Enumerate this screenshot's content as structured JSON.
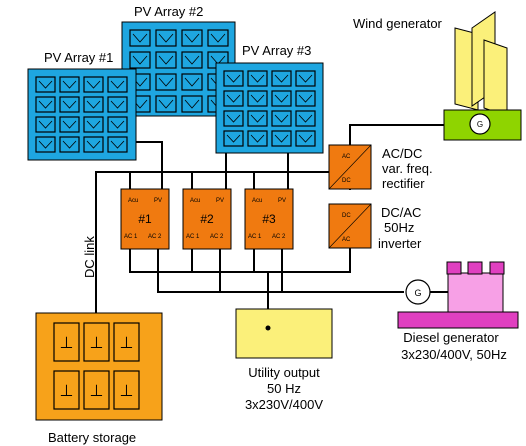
{
  "labels": {
    "pv1": "PV Array #1",
    "pv2": "PV Array #2",
    "pv3": "PV Array #3",
    "wind": "Wind generator",
    "generator_symbol": "G",
    "rectifier_line1": "AC/DC",
    "rectifier_line2": "var. freq.",
    "rectifier_line3": "rectifier",
    "inverter_line1": "DC/AC",
    "inverter_line2": "50Hz",
    "inverter_line3": "inverter",
    "rect_ac": "AC",
    "rect_dc": "DC",
    "inv_dc": "DC",
    "inv_ac": "AC",
    "dc_link": "DC link",
    "battery": "Battery storage",
    "utility_line1": "Utility output",
    "utility_line2": "50 Hz",
    "utility_line3": "3x230V/400V",
    "diesel_line1": "Diesel generator",
    "diesel_line2": "3x230/400V, 50Hz",
    "port_acu": "Acu",
    "port_pv": "PV",
    "port_ac1": "AC 1",
    "port_ac2": "AC 2",
    "inv1": "#1",
    "inv2": "#2",
    "inv3": "#3",
    "battery_cell_symbol": "⊥"
  },
  "colors": {
    "pv": "#1ea6e0",
    "inverter": "#f07a10",
    "battery": "#f7a21a",
    "utility": "#fbf07a",
    "wind_blade": "#fbf07a",
    "generator_box": "#8fd400",
    "diesel_body": "#f7a0e6",
    "diesel_base": "#e040c0"
  }
}
